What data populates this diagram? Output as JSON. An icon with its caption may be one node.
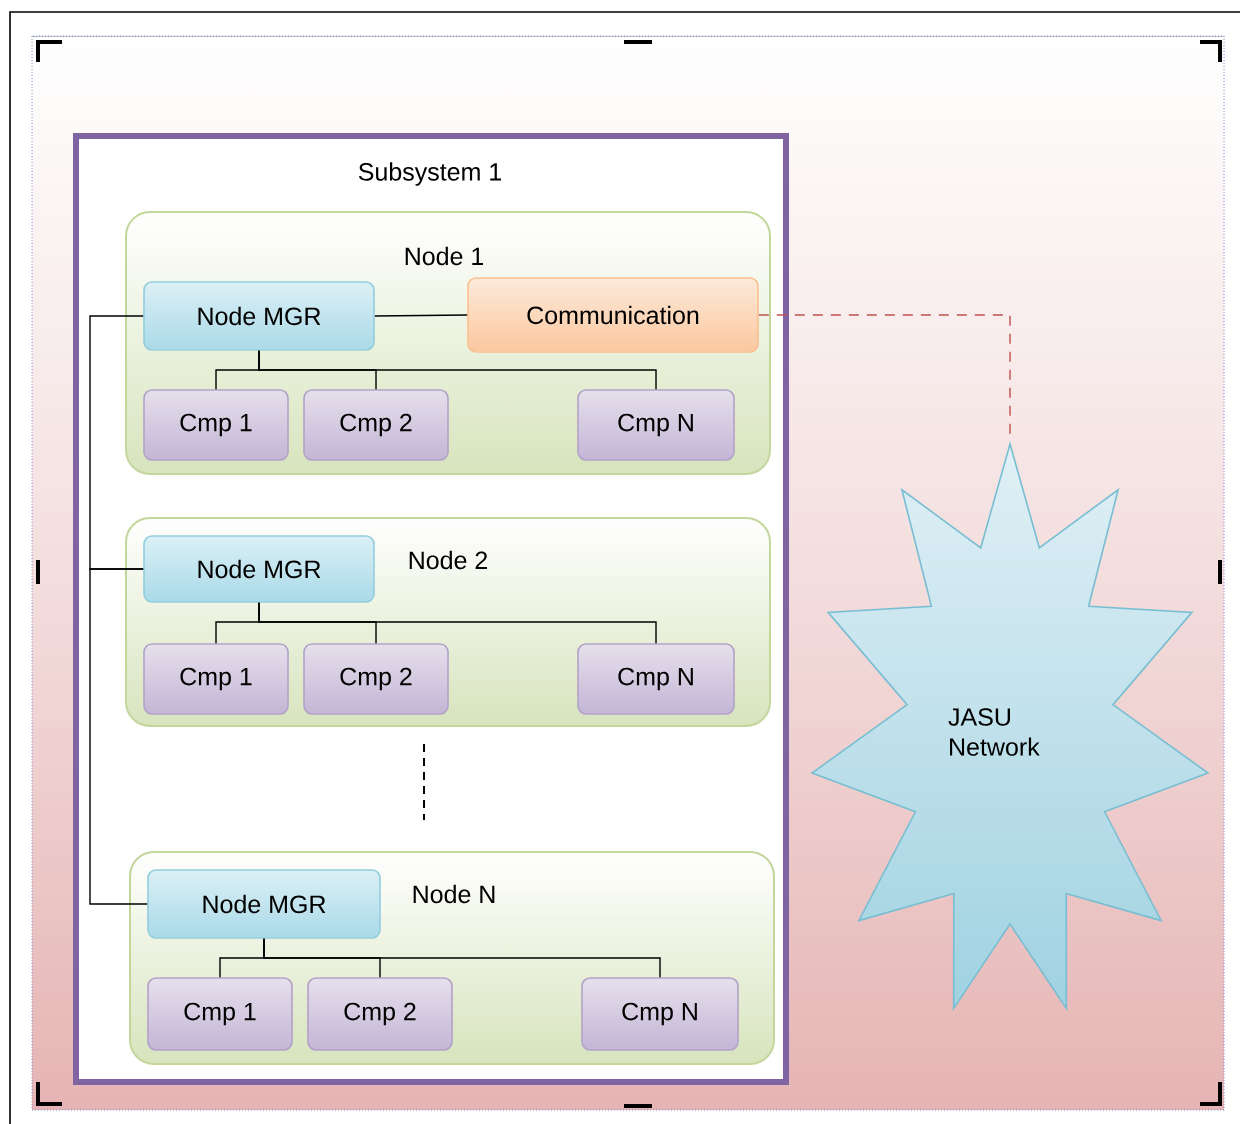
{
  "diagram": {
    "nodes": [
      {
        "text": [
          "Subsystem 1"
        ]
      },
      {
        "text": [
          "Node 1"
        ],
        "in": 0
      },
      {
        "text": [
          "Node MGR"
        ],
        "in": 1
      },
      {
        "text": [
          "Communication"
        ],
        "in": 1
      },
      {
        "text": [
          "Cmp 1"
        ],
        "in": 1
      },
      {
        "text": [
          "Cmp 2"
        ],
        "in": 1
      },
      {
        "text": [
          "Cmp N"
        ],
        "in": 1
      },
      {
        "text": [
          "Node 2"
        ],
        "in": 0
      },
      {
        "text": [
          "Node MGR"
        ],
        "in": 7
      },
      {
        "text": [
          "Cmp 1"
        ],
        "in": 7
      },
      {
        "text": [
          "Cmp 2"
        ],
        "in": 7
      },
      {
        "text": [
          "Cmp N"
        ],
        "in": 7
      },
      {
        "text": [
          "Node N"
        ],
        "in": 0
      },
      {
        "text": [
          "Node MGR"
        ],
        "in": 12
      },
      {
        "text": [
          "Cmp 1"
        ],
        "in": 12
      },
      {
        "text": [
          "Cmp 2"
        ],
        "in": 12
      },
      {
        "text": [
          "Cmp N"
        ],
        "in": 12
      },
      {
        "text": [
          "JASU Network"
        ]
      }
    ],
    "edges": [
      {
        "from": 2,
        "to": 3,
        "arrow": "none"
      },
      {
        "from": 2,
        "to": 4,
        "arrow": "none"
      },
      {
        "from": 2,
        "to": 5,
        "arrow": "none"
      },
      {
        "from": 2,
        "to": 6,
        "arrow": "none"
      },
      {
        "from": 8,
        "to": 9,
        "arrow": "none"
      },
      {
        "from": 8,
        "to": 10,
        "arrow": "none"
      },
      {
        "from": 8,
        "to": 11,
        "arrow": "none"
      },
      {
        "from": 13,
        "to": 14,
        "arrow": "none"
      },
      {
        "from": 13,
        "to": 15,
        "arrow": "none"
      },
      {
        "from": 13,
        "to": 16,
        "arrow": "none"
      },
      {
        "from": 2,
        "to": 8,
        "arrow": "none"
      },
      {
        "from": 8,
        "to": 13,
        "arrow": "none"
      },
      {
        "from": 3,
        "to": 17,
        "arrow": "none",
        "style": "dashed",
        "color": "#c0504d"
      }
    ]
  }
}
